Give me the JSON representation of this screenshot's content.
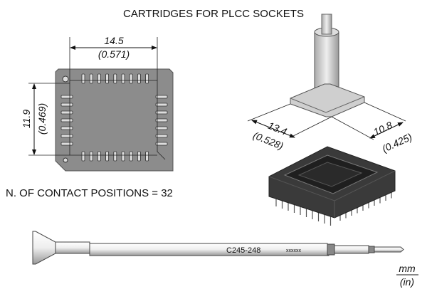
{
  "title": "CARTRIDGES FOR PLCC SOCKETS",
  "footprint": {
    "width_mm": "14.5",
    "width_in": "(0.571)",
    "height_mm": "11.9",
    "height_in": "(0.469)",
    "pads_top": 9,
    "pads_side": 7
  },
  "cartridge": {
    "dim1_mm": "13.4",
    "dim1_in": "(0.528)",
    "dim2_mm": "10.8",
    "dim2_in": "(0.425)"
  },
  "contact_positions": "N. OF CONTACT POSITIONS = 32",
  "tool": {
    "model": "C245-248",
    "serial": "xxxxxx"
  },
  "units": {
    "top": "mm",
    "bottom": "(in)"
  },
  "colors": {
    "body": "#8c8c8c",
    "socket": "#3a3a3a"
  }
}
